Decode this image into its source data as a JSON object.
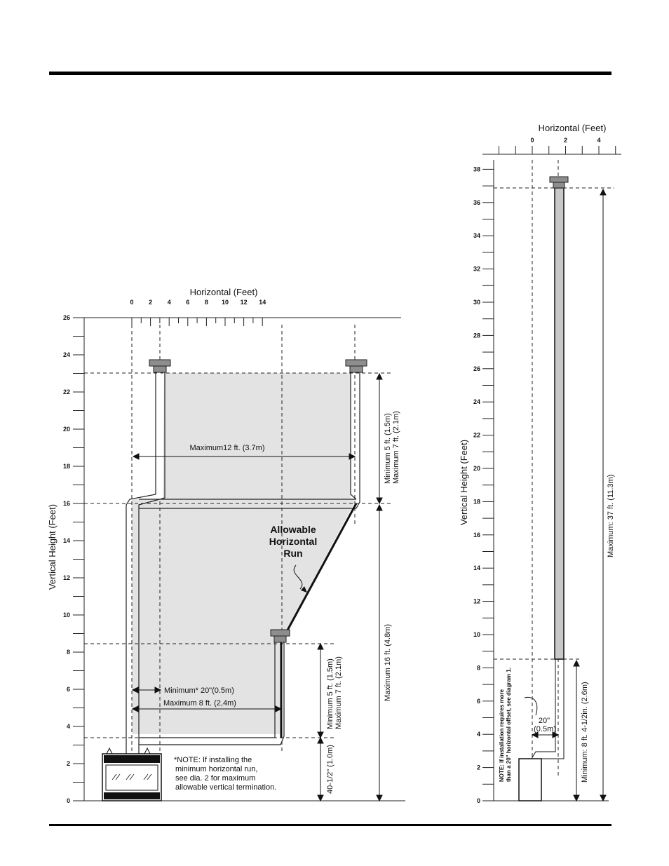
{
  "left_diagram": {
    "x_axis_title": "Horizontal (Feet)",
    "y_axis_title": "Vertical Height (Feet)",
    "x_ticks": [
      "0",
      "2",
      "4",
      "6",
      "8",
      "10",
      "12",
      "14"
    ],
    "y_ticks": [
      "0",
      "2",
      "4",
      "6",
      "8",
      "10",
      "12",
      "14",
      "16",
      "18",
      "20",
      "22",
      "24",
      "26"
    ],
    "label_max_horizontal": "Maximum12 ft. (3.7m)",
    "label_min_horizontal": "Minimum* 20\"(0.5m)",
    "label_max_8": "Maximum 8 ft. (2,4m)",
    "allowable_line1": "Allowable",
    "allowable_line2": "Horizontal",
    "allowable_line3": "Run",
    "upper_min": "Minimum 5 ft. (1.5m)",
    "upper_max": "Maximum 7 ft. (2.1m)",
    "lower_min": "Minimum 5 ft. (1.5m)",
    "lower_max": "Maximum 7 ft. (2.1m)",
    "max_16": "Maximum 16 ft. (4.8m)",
    "height_40": "40-1/2\" (1.0m)",
    "note_line1": "*NOTE: If installing the",
    "note_line2": "minimum horizontal run,",
    "note_line3": "see dia. 2 for maximum",
    "note_line4": "allowable vertical termination."
  },
  "right_diagram": {
    "x_axis_title": "Horizontal (Feet)",
    "y_axis_title": "Vertical Height (Feet)",
    "x_ticks": [
      "0",
      "2",
      "4"
    ],
    "y_ticks": [
      "0",
      "2",
      "4",
      "6",
      "8",
      "10",
      "12",
      "14",
      "16",
      "18",
      "20",
      "22",
      "24",
      "26",
      "28",
      "30",
      "32",
      "34",
      "36",
      "38"
    ],
    "max_37": "Maximum: 37 ft. (11.3m)",
    "min_8": "Minimum: 8 ft. 4-1/2in. (2.6m)",
    "offset_20": "20\"",
    "offset_05": "(0.5m)",
    "note_line1": "NOTE: If installation requires more",
    "note_line2": "than a 20\" horizontal offset, see diagram 1."
  }
}
